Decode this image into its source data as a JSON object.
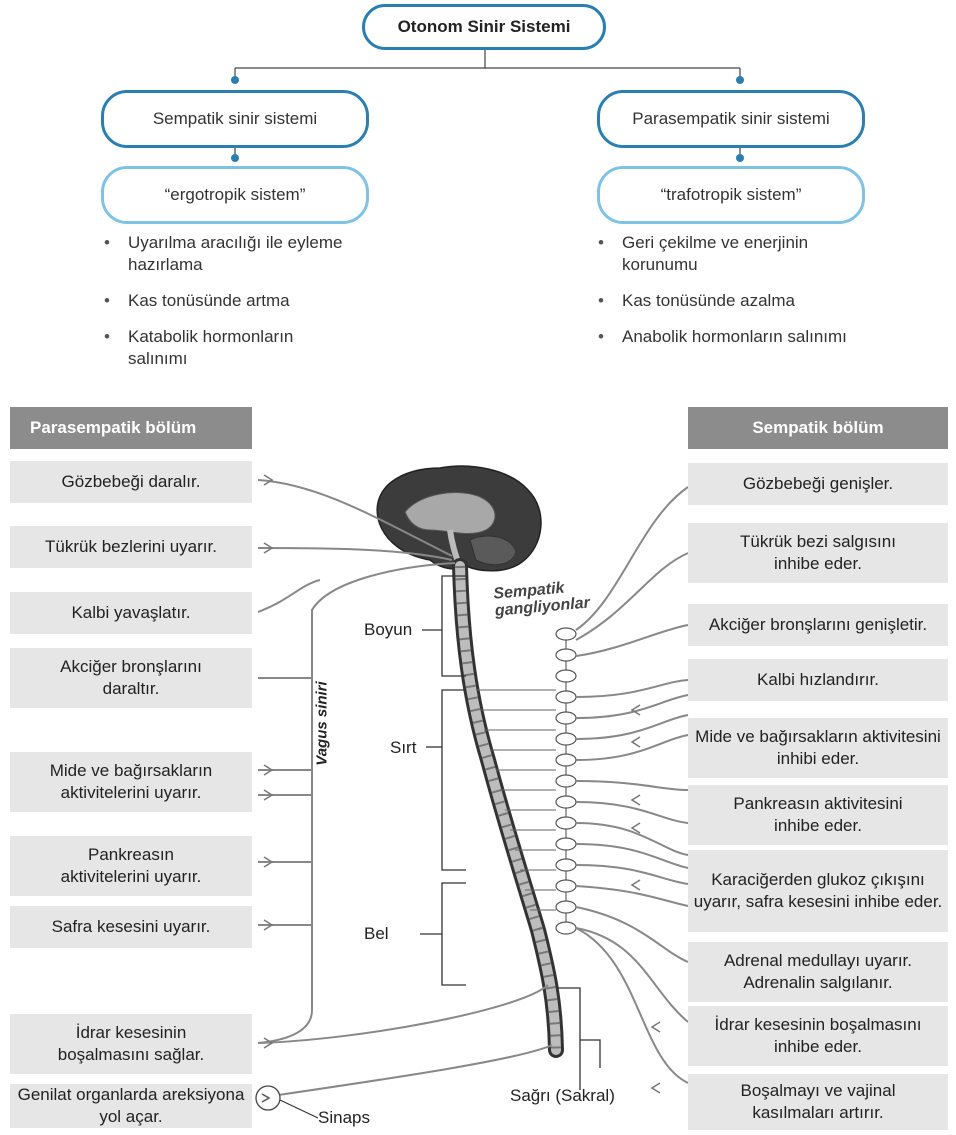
{
  "top": {
    "title": "Otonom Sinir Sistemi",
    "left": {
      "name": "Sempatik sinir sistemi",
      "alias": "“ergotropik sistem”",
      "bullets": [
        "Uyarılma aracılığı ile eyleme hazırlama",
        "Kas tonüsünde artma",
        "Katabolik hormonların salınımı"
      ]
    },
    "right": {
      "name": "Parasempatik sinir sistemi",
      "alias": "“trafotropik sistem”",
      "bullets": [
        "Geri çekilme ve enerjinin korunumu",
        "Kas tonüsünde azalma",
        "Anabolik hormonların salınımı"
      ]
    }
  },
  "parasympathetic": {
    "header": "Parasempatik bölüm",
    "items": [
      "Gözbebeği daralır.",
      "Tükrük bezlerini uyarır.",
      "Kalbi yavaşlatır.",
      "Akciğer bronşlarını daraltır.",
      "Mide ve bağırsakların aktivitelerini uyarır.",
      "Pankreasın aktivitelerini uyarır.",
      "Safra kesesini uyarır.",
      "İdrar kesesinin boşalmasını sağlar.",
      "Genilat organlarda areksiyona yol açar."
    ]
  },
  "sympathetic": {
    "header": "Sempatik bölüm",
    "items": [
      "Gözbebeği genişler.",
      "Tükrük bezi salgısını inhibe eder.",
      "Akciğer bronşlarını genişletir.",
      "Kalbi hızlandırır.",
      "Mide ve bağırsakların aktivitesini inhibi eder.",
      "Pankreasın aktivitesini inhibe eder.",
      "Karaciğerden glukoz çıkışını uyarır, safra kesesini inhibe eder.",
      "Adrenal medullayı uyarır. Adrenalin salgılanır.",
      "İdrar kesesinin boşalmasını inhibe eder.",
      "Boşalmayı ve vajinal kasılmaları artırır."
    ]
  },
  "labels": {
    "ganglia": "Sempatik gangliyonlar",
    "vagus": "Vagus siniri",
    "neck": "Boyun",
    "back": "Sırt",
    "lumbar": "Bel",
    "sacral": "Sağrı (Sakral)",
    "synapse": "Sinaps"
  },
  "colors": {
    "accent": "#2a7fb0",
    "accent_light": "#7ec3e4",
    "header": "#8c8c8c",
    "box": "#e6e6e6"
  }
}
